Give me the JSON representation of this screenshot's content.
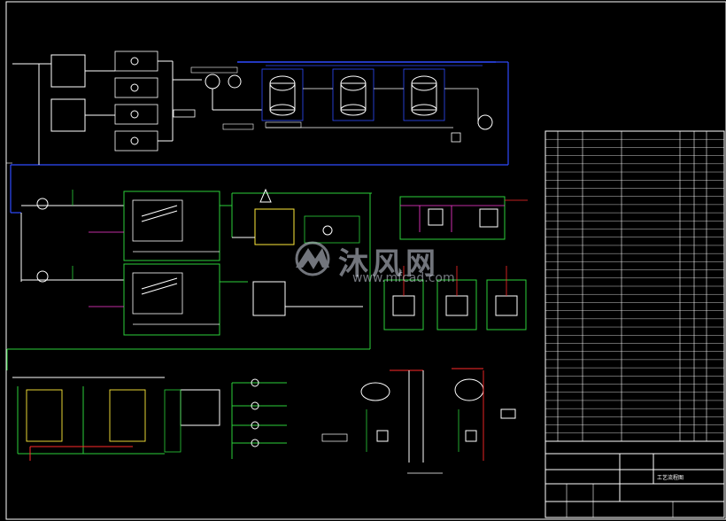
{
  "watermark": {
    "brand": "沐风网",
    "url": "www.mfcad.com"
  },
  "title_block": {
    "drawing_title": "工艺流程图"
  },
  "colors": {
    "background": "#000000",
    "white": "#ffffff",
    "blue_pipe": "#2f4bff",
    "green_pipe": "#2bd13a",
    "red_pipe": "#ff2a2a",
    "magenta_pipe": "#ff3ad8",
    "yellow_equipment": "#ffea3a"
  }
}
